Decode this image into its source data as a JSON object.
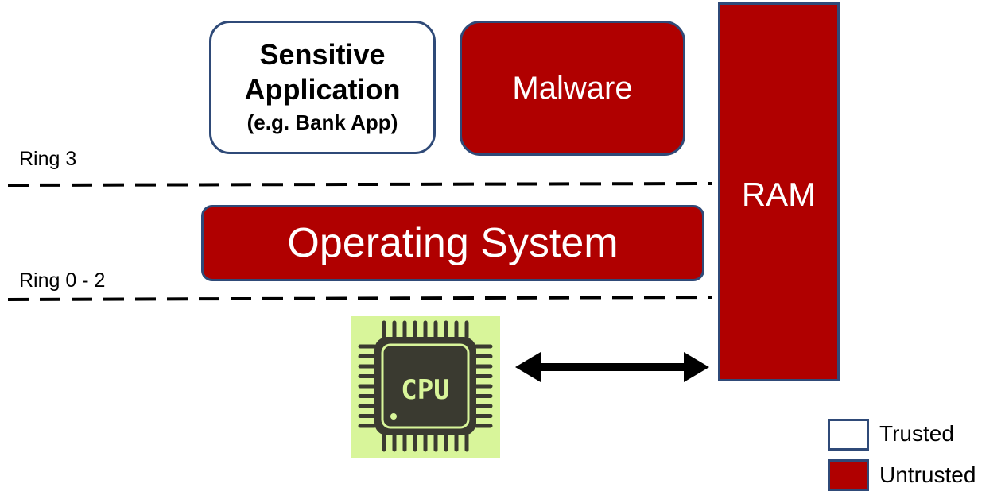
{
  "boxes": {
    "sensitive_app": {
      "line1": "Sensitive",
      "line2": "Application",
      "line3": "(e.g. Bank App)"
    },
    "malware": "Malware",
    "operating_system": "Operating System",
    "ram": "RAM"
  },
  "rings": {
    "ring3": "Ring 3",
    "ring0_2": "Ring 0 - 2"
  },
  "cpu": {
    "label": "CPU"
  },
  "legend": {
    "trusted": "Trusted",
    "untrusted": "Untrusted"
  },
  "colors": {
    "untrusted": "#b00000",
    "border": "#2f4a78",
    "cpu_background": "#d8f59a",
    "cpu_chip": "#3a3a30"
  }
}
